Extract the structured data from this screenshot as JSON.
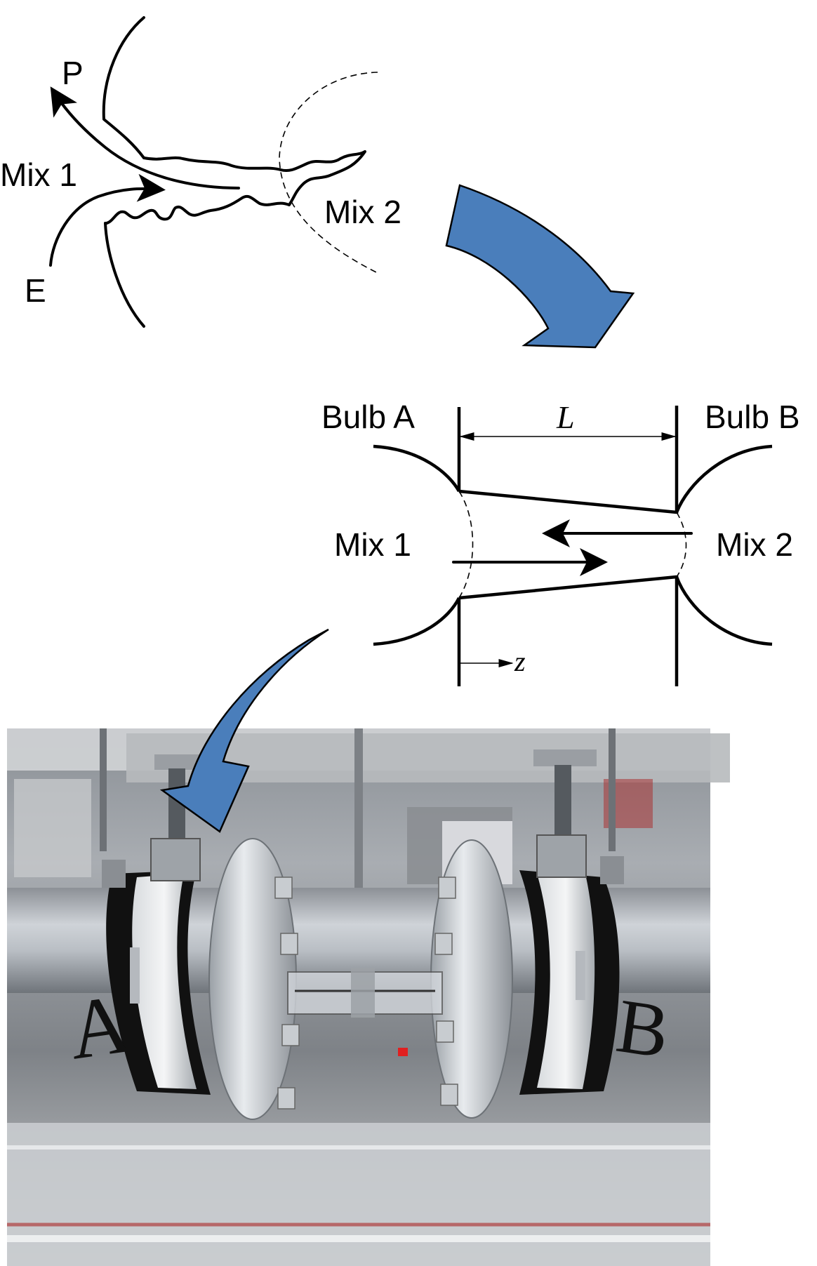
{
  "sketch": {
    "label_p": "P",
    "label_e": "E",
    "label_mix1": "Mix 1",
    "label_mix2": "Mix 2"
  },
  "schematic": {
    "label_bulb_a": "Bulb A",
    "label_bulb_b": "Bulb B",
    "label_length": "L",
    "label_mix1": "Mix 1",
    "label_mix2": "Mix 2",
    "label_z": "z"
  },
  "colors": {
    "arrow_fill": "#4a7ebb",
    "line": "#000000",
    "background": "#ffffff"
  },
  "photo": {
    "marker_a": "A",
    "marker_b": "B"
  }
}
